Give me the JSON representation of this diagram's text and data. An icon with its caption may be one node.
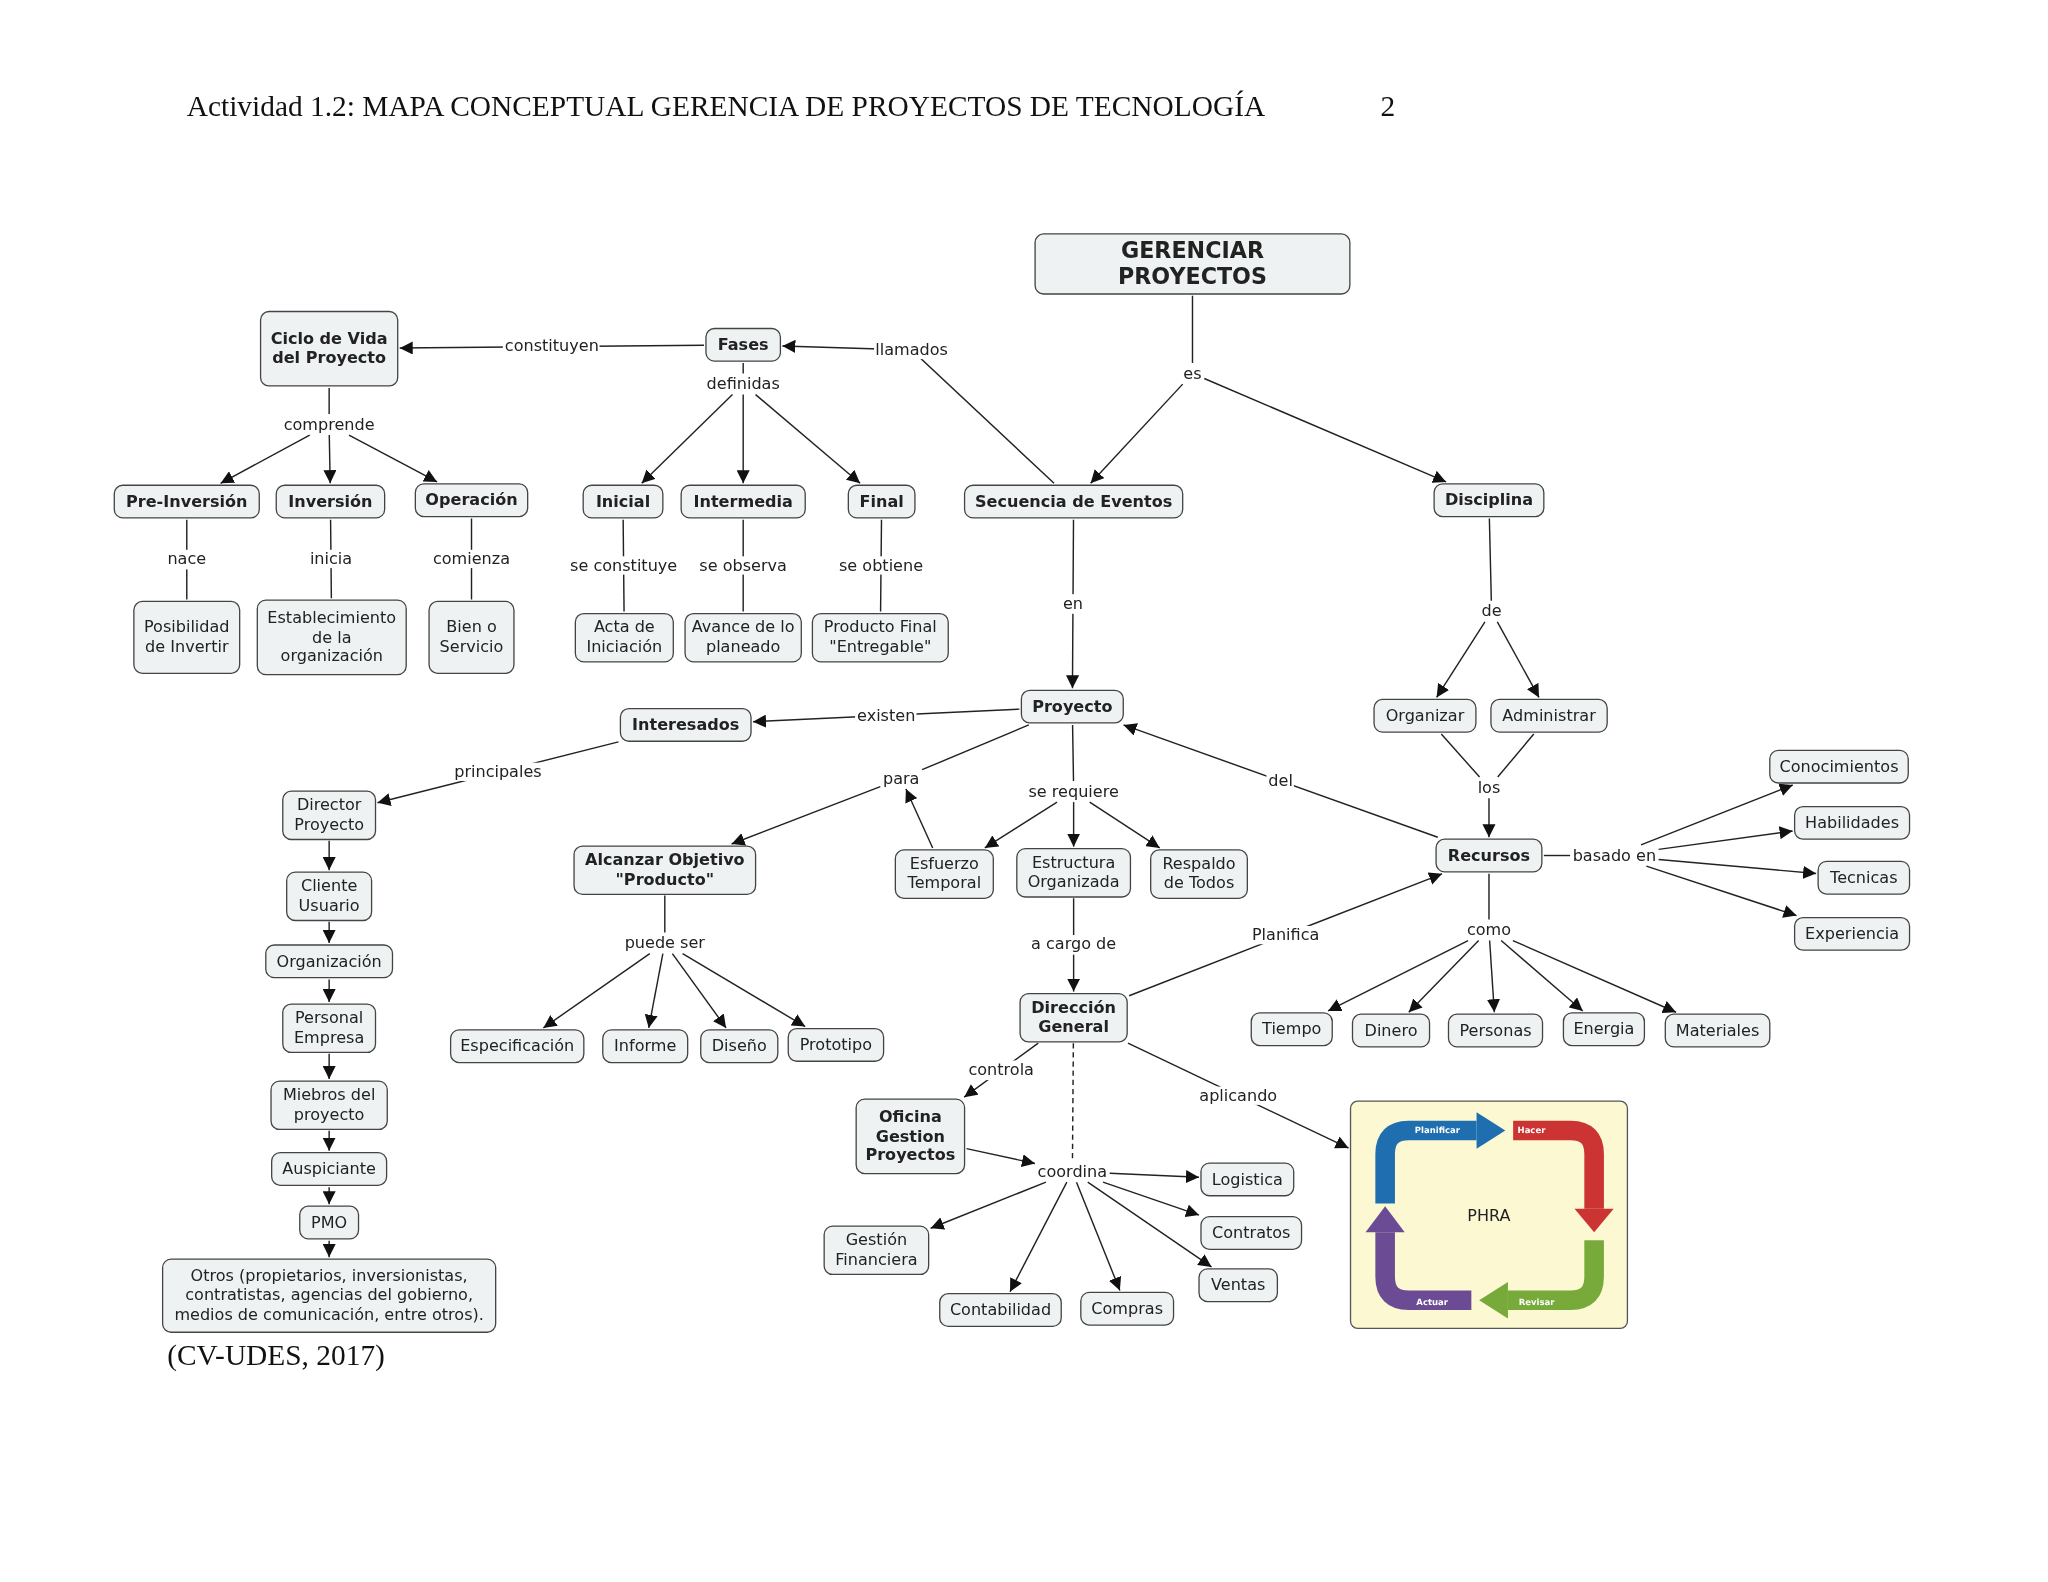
{
  "diagram": {
    "title": "Actividad 1.2: MAPA CONCEPTUAL GERENCIA DE PROYECTOS DE TECNOLOGÍA",
    "caption": "(CV-UDES, 2017)",
    "nodes": [
      {
        "text": [
          "GERENCIAR PROYECTOS"
        ]
      },
      {
        "text": [
          "Ciclo de Vida del Proyecto"
        ]
      },
      {
        "text": [
          "Fases"
        ]
      },
      {
        "text": [
          "comprende"
        ]
      },
      {
        "text": [
          "Pre-Inversión"
        ]
      },
      {
        "text": [
          "Inversión"
        ]
      },
      {
        "text": [
          "Operación"
        ]
      },
      {
        "text": [
          "Posibilidad de Invertir"
        ]
      },
      {
        "text": [
          "Establecimiento de la organización"
        ]
      },
      {
        "text": [
          "Bien o Servicio"
        ]
      },
      {
        "text": [
          "definidas"
        ]
      },
      {
        "text": [
          "Inicial"
        ]
      },
      {
        "text": [
          "Intermedia"
        ]
      },
      {
        "text": [
          "Final"
        ]
      },
      {
        "text": [
          "Acta de Iniciación"
        ]
      },
      {
        "text": [
          "Avance de lo planeado"
        ]
      },
      {
        "text": [
          "Producto Final \"Entregable\""
        ]
      },
      {
        "text": [
          "es"
        ]
      },
      {
        "text": [
          "Secuencia de Eventos"
        ]
      },
      {
        "text": [
          "Disciplina"
        ]
      },
      {
        "text": [
          "Proyecto"
        ]
      },
      {
        "text": [
          "de"
        ]
      },
      {
        "text": [
          "Organizar"
        ]
      },
      {
        "text": [
          "Administrar"
        ]
      },
      {
        "text": [
          "los"
        ]
      },
      {
        "text": [
          "Interesados"
        ]
      },
      {
        "text": [
          "Director Proyecto"
        ]
      },
      {
        "text": [
          "Cliente Usuario"
        ]
      },
      {
        "text": [
          "Organización"
        ]
      },
      {
        "text": [
          "Personal Empresa"
        ]
      },
      {
        "text": [
          "Miebros del proyecto"
        ]
      },
      {
        "text": [
          "Auspiciante"
        ]
      },
      {
        "text": [
          "PMO"
        ]
      },
      {
        "text": [
          "Otros (propietarios, inversionistas, contratistas, agencias del gobierno, medios de comunicación, entre otros)."
        ]
      },
      {
        "text": [
          "para"
        ]
      },
      {
        "text": [
          "se requiere"
        ]
      },
      {
        "text": [
          "Alcanzar Objetivo \"Producto\""
        ]
      },
      {
        "text": [
          "Esfuerzo Temporal"
        ]
      },
      {
        "text": [
          "Estructura Organizada"
        ]
      },
      {
        "text": [
          "Respaldo de Todos"
        ]
      },
      {
        "text": [
          "Recursos"
        ]
      },
      {
        "text": [
          "basado en"
        ]
      },
      {
        "text": [
          "Conocimientos"
        ]
      },
      {
        "text": [
          "Habilidades"
        ]
      },
      {
        "text": [
          "Tecnicas"
        ]
      },
      {
        "text": [
          "Experiencia"
        ]
      },
      {
        "text": [
          "puede ser"
        ]
      },
      {
        "text": [
          "Especificación"
        ]
      },
      {
        "text": [
          "Informe"
        ]
      },
      {
        "text": [
          "Diseño"
        ]
      },
      {
        "text": [
          "Prototipo"
        ]
      },
      {
        "text": [
          "como"
        ]
      },
      {
        "text": [
          "Tiempo"
        ]
      },
      {
        "text": [
          "Dinero"
        ]
      },
      {
        "text": [
          "Personas"
        ]
      },
      {
        "text": [
          "Energia"
        ]
      },
      {
        "text": [
          "Materiales"
        ]
      },
      {
        "text": [
          "Dirección General"
        ]
      },
      {
        "text": [
          "Oficina Gestion Proyectos"
        ]
      },
      {
        "text": [
          "PHRA"
        ]
      },
      {
        "text": [
          "coordina"
        ]
      },
      {
        "text": [
          "Logistica"
        ]
      },
      {
        "text": [
          "Gestión Financiera"
        ]
      },
      {
        "text": [
          "Contratos"
        ]
      },
      {
        "text": [
          "Ventas"
        ]
      },
      {
        "text": [
          "Contabilidad"
        ]
      },
      {
        "text": [
          "Compras"
        ]
      }
    ],
    "edges": [
      {
        "from": 2,
        "to": 1,
        "arrow": "to",
        "label": "constituyen"
      },
      {
        "from": 18,
        "to": 2,
        "arrow": "to",
        "label": "llamados"
      },
      {
        "from": 0,
        "to": 17,
        "arrow": "none"
      },
      {
        "from": 17,
        "to": 18,
        "arrow": "to"
      },
      {
        "from": 17,
        "to": 19,
        "arrow": "to"
      },
      {
        "from": 1,
        "to": 3,
        "arrow": "none"
      },
      {
        "from": 3,
        "to": 4,
        "arrow": "to"
      },
      {
        "from": 3,
        "to": 5,
        "arrow": "to"
      },
      {
        "from": 3,
        "to": 6,
        "arrow": "to"
      },
      {
        "from": 4,
        "to": 7,
        "arrow": "none",
        "label": "nace"
      },
      {
        "from": 5,
        "to": 8,
        "arrow": "none",
        "label": "inicia"
      },
      {
        "from": 6,
        "to": 9,
        "arrow": "none",
        "label": "comienza"
      },
      {
        "from": 2,
        "to": 10,
        "arrow": "none"
      },
      {
        "from": 10,
        "to": 11,
        "arrow": "to"
      },
      {
        "from": 10,
        "to": 12,
        "arrow": "to"
      },
      {
        "from": 10,
        "to": 13,
        "arrow": "to"
      },
      {
        "from": 11,
        "to": 14,
        "arrow": "none",
        "label": "se constituye"
      },
      {
        "from": 12,
        "to": 15,
        "arrow": "none",
        "label": "se observa"
      },
      {
        "from": 13,
        "to": 16,
        "arrow": "none",
        "label": "se obtiene"
      },
      {
        "from": 18,
        "to": 20,
        "arrow": "to",
        "label": "en"
      },
      {
        "from": 19,
        "to": 21,
        "arrow": "none"
      },
      {
        "from": 21,
        "to": 22,
        "arrow": "to"
      },
      {
        "from": 21,
        "to": 23,
        "arrow": "to"
      },
      {
        "from": 22,
        "to": 24,
        "arrow": "none"
      },
      {
        "from": 23,
        "to": 24,
        "arrow": "none"
      },
      {
        "from": 24,
        "to": 40,
        "arrow": "to"
      },
      {
        "from": 20,
        "to": 25,
        "arrow": "to",
        "label": "existen"
      },
      {
        "from": 25,
        "to": 26,
        "arrow": "to",
        "label": "principales"
      },
      {
        "from": 26,
        "to": 27,
        "arrow": "to"
      },
      {
        "from": 27,
        "to": 28,
        "arrow": "to"
      },
      {
        "from": 28,
        "to": 29,
        "arrow": "to"
      },
      {
        "from": 29,
        "to": 30,
        "arrow": "to"
      },
      {
        "from": 30,
        "to": 31,
        "arrow": "to"
      },
      {
        "from": 31,
        "to": 32,
        "arrow": "to"
      },
      {
        "from": 32,
        "to": 33,
        "arrow": "to"
      },
      {
        "from": 20,
        "to": 34,
        "arrow": "none"
      },
      {
        "from": 34,
        "to": 36,
        "arrow": "to"
      },
      {
        "from": 37,
        "to": 34,
        "arrow": "to"
      },
      {
        "from": 20,
        "to": 35,
        "arrow": "none"
      },
      {
        "from": 35,
        "to": 37,
        "arrow": "to"
      },
      {
        "from": 35,
        "to": 38,
        "arrow": "to"
      },
      {
        "from": 35,
        "to": 39,
        "arrow": "to"
      },
      {
        "from": 40,
        "to": 20,
        "arrow": "to",
        "label": "del"
      },
      {
        "from": 40,
        "to": 41,
        "arrow": "none"
      },
      {
        "from": 41,
        "to": 42,
        "arrow": "to"
      },
      {
        "from": 41,
        "to": 43,
        "arrow": "to"
      },
      {
        "from": 41,
        "to": 44,
        "arrow": "to"
      },
      {
        "from": 41,
        "to": 45,
        "arrow": "to"
      },
      {
        "from": 36,
        "to": 46,
        "arrow": "none"
      },
      {
        "from": 46,
        "to": 47,
        "arrow": "to"
      },
      {
        "from": 46,
        "to": 48,
        "arrow": "to"
      },
      {
        "from": 46,
        "to": 49,
        "arrow": "to"
      },
      {
        "from": 46,
        "to": 50,
        "arrow": "to"
      },
      {
        "from": 40,
        "to": 51,
        "arrow": "none"
      },
      {
        "from": 51,
        "to": 52,
        "arrow": "to"
      },
      {
        "from": 51,
        "to": 53,
        "arrow": "to"
      },
      {
        "from": 51,
        "to": 54,
        "arrow": "to"
      },
      {
        "from": 51,
        "to": 55,
        "arrow": "to"
      },
      {
        "from": 51,
        "to": 56,
        "arrow": "to"
      },
      {
        "from": 38,
        "to": 57,
        "arrow": "to",
        "label": "a cargo de"
      },
      {
        "from": 57,
        "to": 40,
        "arrow": "to",
        "label": "Planifica"
      },
      {
        "from": 57,
        "to": 58,
        "arrow": "to",
        "label": "controla"
      },
      {
        "from": 57,
        "to": 59,
        "arrow": "to",
        "label": "aplicando"
      },
      {
        "from": 57,
        "to": 60,
        "arrow": "none",
        "style": "dashed"
      },
      {
        "from": 58,
        "to": 60,
        "arrow": "to"
      },
      {
        "from": 60,
        "to": 61,
        "arrow": "to"
      },
      {
        "from": 60,
        "to": 62,
        "arrow": "to"
      },
      {
        "from": 60,
        "to": 63,
        "arrow": "to"
      },
      {
        "from": 60,
        "to": 64,
        "arrow": "to"
      },
      {
        "from": 60,
        "to": 65,
        "arrow": "to"
      },
      {
        "from": 60,
        "to": 66,
        "arrow": "to"
      }
    ],
    "labels": [
      "2",
      "Planificar",
      "Hacer",
      "Actuar",
      "Revisar"
    ]
  }
}
